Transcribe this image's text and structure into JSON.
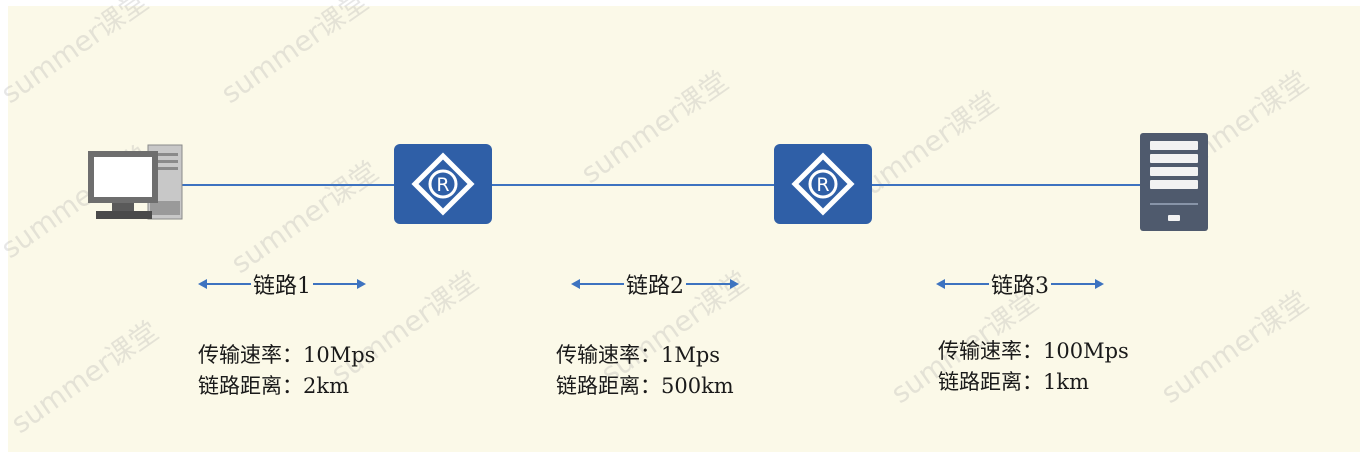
{
  "colors": {
    "background": "#fbf9e8",
    "link_line": "#3d73c0",
    "router": "#2f5fa7",
    "text": "#1a1a1a"
  },
  "nodes": [
    {
      "type": "pc",
      "icon": "computer-icon"
    },
    {
      "type": "router",
      "icon": "router-icon",
      "label": "R"
    },
    {
      "type": "router",
      "icon": "router-icon",
      "label": "R"
    },
    {
      "type": "server",
      "icon": "server-icon"
    }
  ],
  "links": [
    {
      "name": "链路1",
      "rate": "传输速率：10Mps",
      "distance": "链路距离：2km"
    },
    {
      "name": "链路2",
      "rate": "传输速率：1Mps",
      "distance": "链路距离：500km"
    },
    {
      "name": "链路3",
      "rate": "传输速率：100Mps",
      "distance": "链路距离：1km"
    }
  ],
  "watermark": "summer课堂"
}
